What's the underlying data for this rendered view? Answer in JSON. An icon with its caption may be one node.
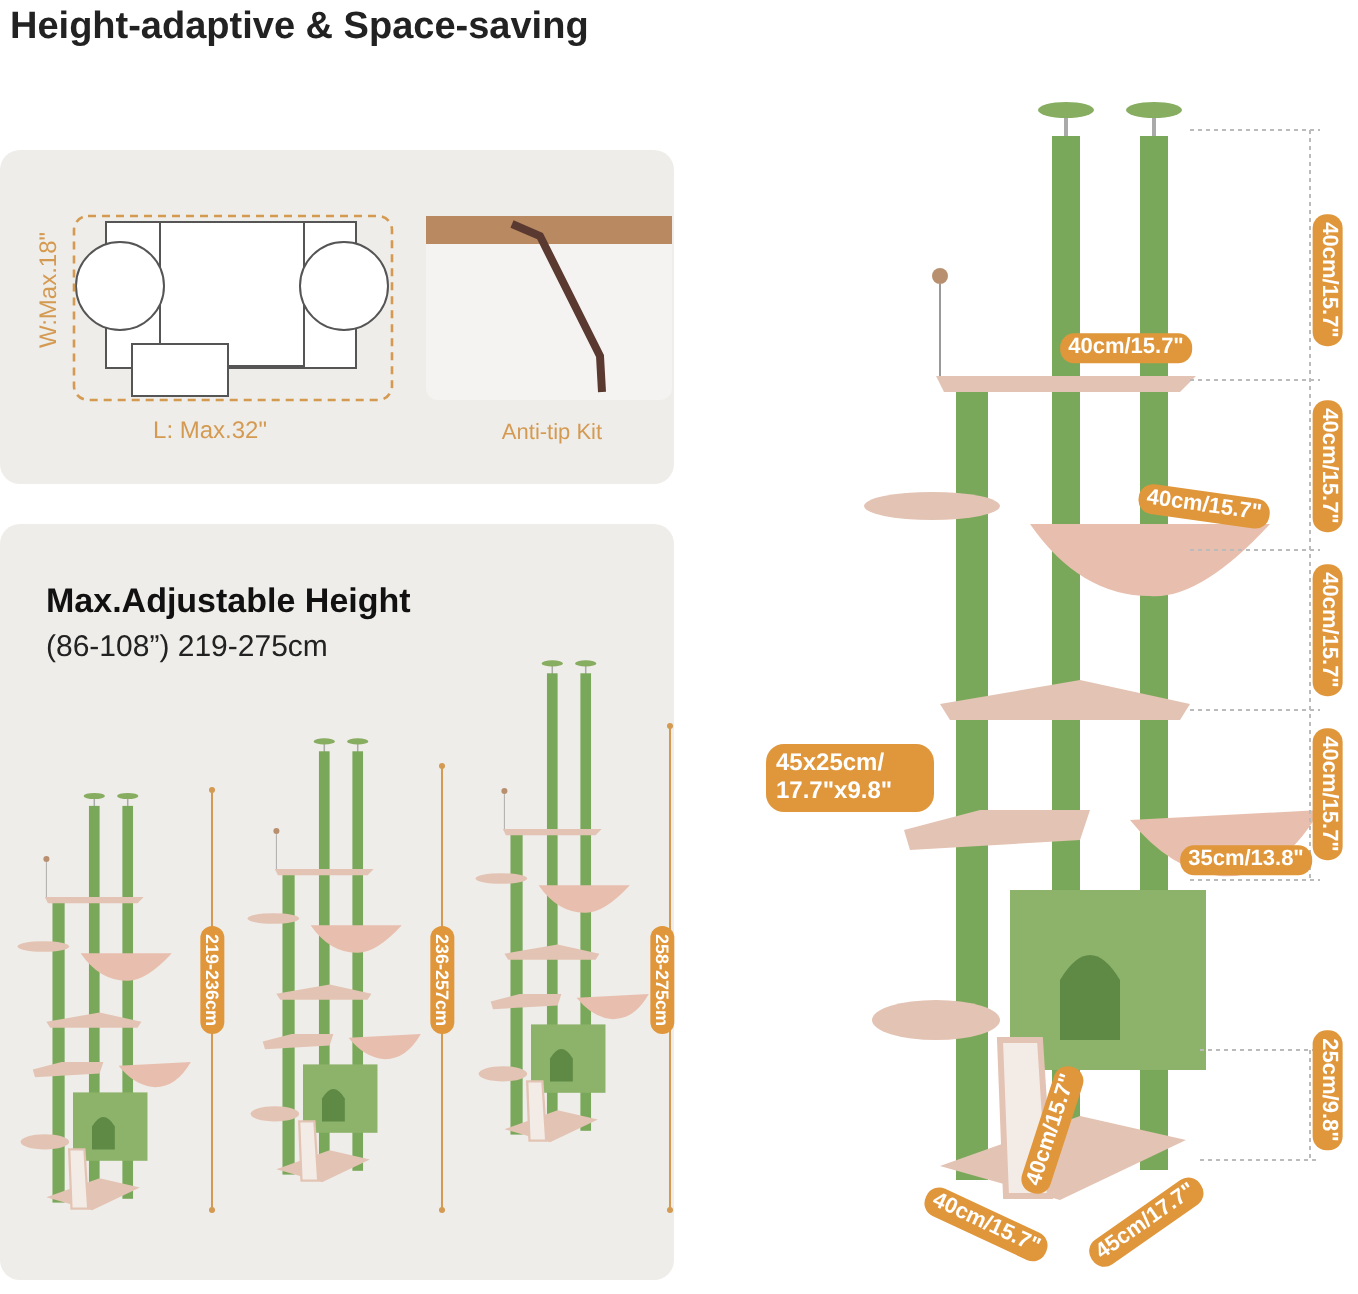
{
  "diagram": {
    "title": "Height-adaptive & Space-saving",
    "labels": [
      "W:Max.18\"",
      "L: Max.32\"",
      "Anti-tip Kit",
      "Max.Adjustable Height",
      "(86-108”) 219-275cm",
      "219-236cm",
      "236-257cm",
      "258-275cm",
      "40cm/15.7\"",
      "40cm/15.7\"",
      "40cm/15.7\"",
      "40cm/15.7\"",
      "40cm/15.7\"",
      "45x25cm/ 17.7\"x9.8\"",
      "40cm/15.7\"",
      "35cm/13.8\"",
      "40cm/15.7\"",
      "25cm/9.8\"",
      "40cm/15.7\"",
      "45cm/17.7\""
    ]
  }
}
